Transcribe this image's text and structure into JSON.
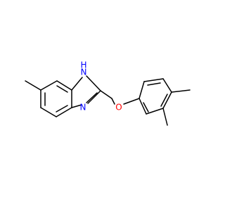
{
  "molecule": {
    "atoms": {
      "nh": "N",
      "h": "H",
      "n": "N",
      "o": "O"
    },
    "colors": {
      "bond": "#000000",
      "nitrogen": "#0000ff",
      "oxygen": "#ff0000"
    }
  }
}
